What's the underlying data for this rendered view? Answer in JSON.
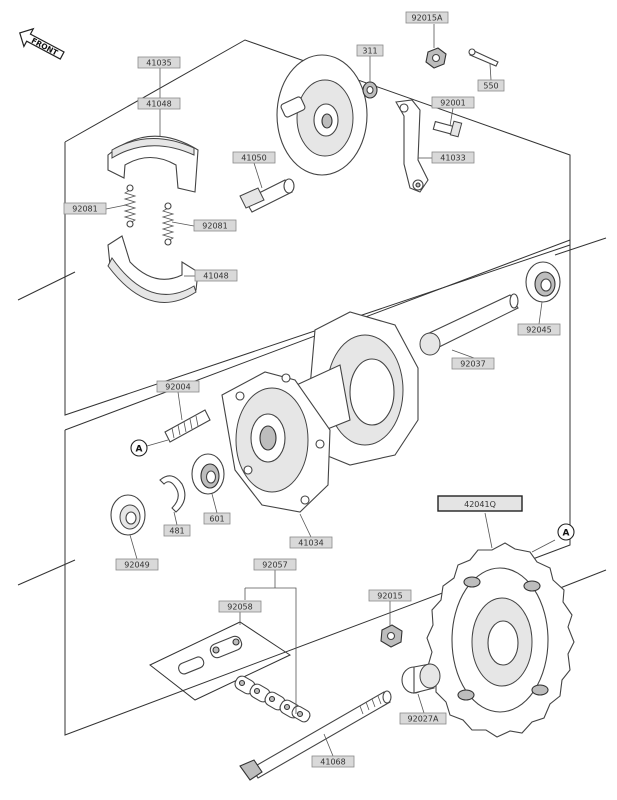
{
  "front_badge": "FRONT",
  "ref_marker": "A",
  "labels": {
    "l92015A": "92015A",
    "l311": "311",
    "l550": "550",
    "l41035": "41035",
    "l41048a": "41048",
    "l92001": "92001",
    "l41050": "41050",
    "l41033": "41033",
    "l92081a": "92081",
    "l92081b": "92081",
    "l41048b": "41048",
    "l92045": "92045",
    "l92037": "92037",
    "l92004": "92004",
    "l481": "481",
    "l601": "601",
    "l92049": "92049",
    "l41034": "41034",
    "l42041Q": "42041Q",
    "l92057": "92057",
    "l92058": "92058",
    "l92015": "92015",
    "l92027A": "92027A",
    "l41068": "41068"
  },
  "colors": {
    "label_fill": "#d9d9d9",
    "line": "#333333",
    "part_fill": "#ffffff",
    "shade": "#bdbdbd"
  }
}
